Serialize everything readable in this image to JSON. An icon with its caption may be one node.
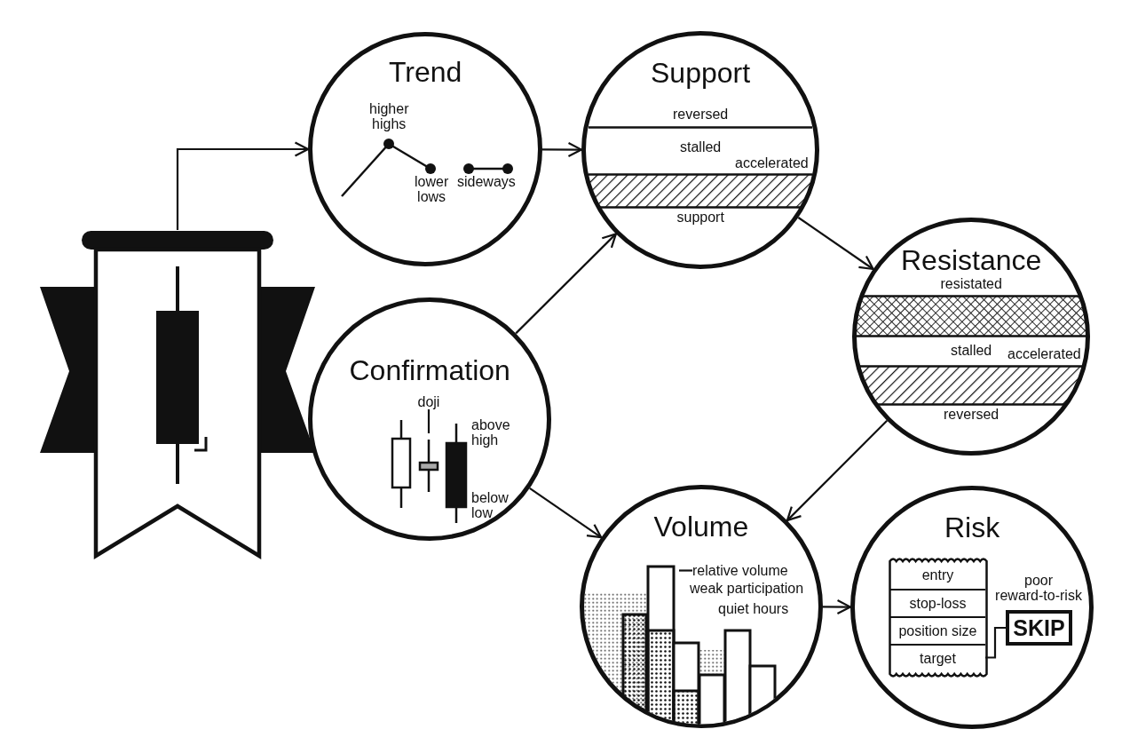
{
  "diagram": {
    "nodes": [
      {
        "text": [],
        "shape": "picture"
      },
      {
        "text": [
          "Trend",
          "higher highs",
          "lower lows",
          "sideways"
        ]
      },
      {
        "text": [
          "Support",
          "reversed",
          "stalled",
          "accelerated",
          "support"
        ]
      },
      {
        "text": [
          "Resistance",
          "resistated",
          "stalled",
          "accelerated",
          "reversed"
        ]
      },
      {
        "text": [
          "Confirmation",
          "above high",
          "below low"
        ]
      },
      {
        "text": [
          "doji"
        ],
        "in": 4
      },
      {
        "text": [
          "Volume",
          "weak participation",
          "quiet hours"
        ]
      },
      {
        "text": [
          "relative volume"
        ],
        "in": 6
      },
      {
        "text": [
          "Risk"
        ]
      },
      {
        "text": [
          "entry"
        ],
        "in": 8
      },
      {
        "text": [
          "stop-loss"
        ],
        "in": 8
      },
      {
        "text": [
          "position size"
        ],
        "in": 8
      },
      {
        "text": [
          "target"
        ],
        "in": 8
      },
      {
        "text": [
          "SKIP"
        ],
        "in": 8,
        "beside": [
          "poor reward-to-risk"
        ]
      }
    ],
    "edges": [
      {
        "from": 0,
        "to": 1,
        "arrow": "to"
      },
      {
        "from": 1,
        "to": 2,
        "arrow": "to"
      },
      {
        "from": 4,
        "to": 2,
        "arrow": "to"
      },
      {
        "from": 2,
        "to": 3,
        "arrow": "to"
      },
      {
        "from": 3,
        "to": 6,
        "arrow": "to"
      },
      {
        "from": 4,
        "to": 6,
        "arrow": "to"
      },
      {
        "from": 6,
        "to": 8,
        "arrow": "to"
      },
      {
        "from": 5,
        "to": null,
        "arrow": "none"
      },
      {
        "from": 7,
        "to": null,
        "arrow": "none"
      },
      {
        "from": 12,
        "to": 13,
        "arrow": "none"
      }
    ]
  }
}
